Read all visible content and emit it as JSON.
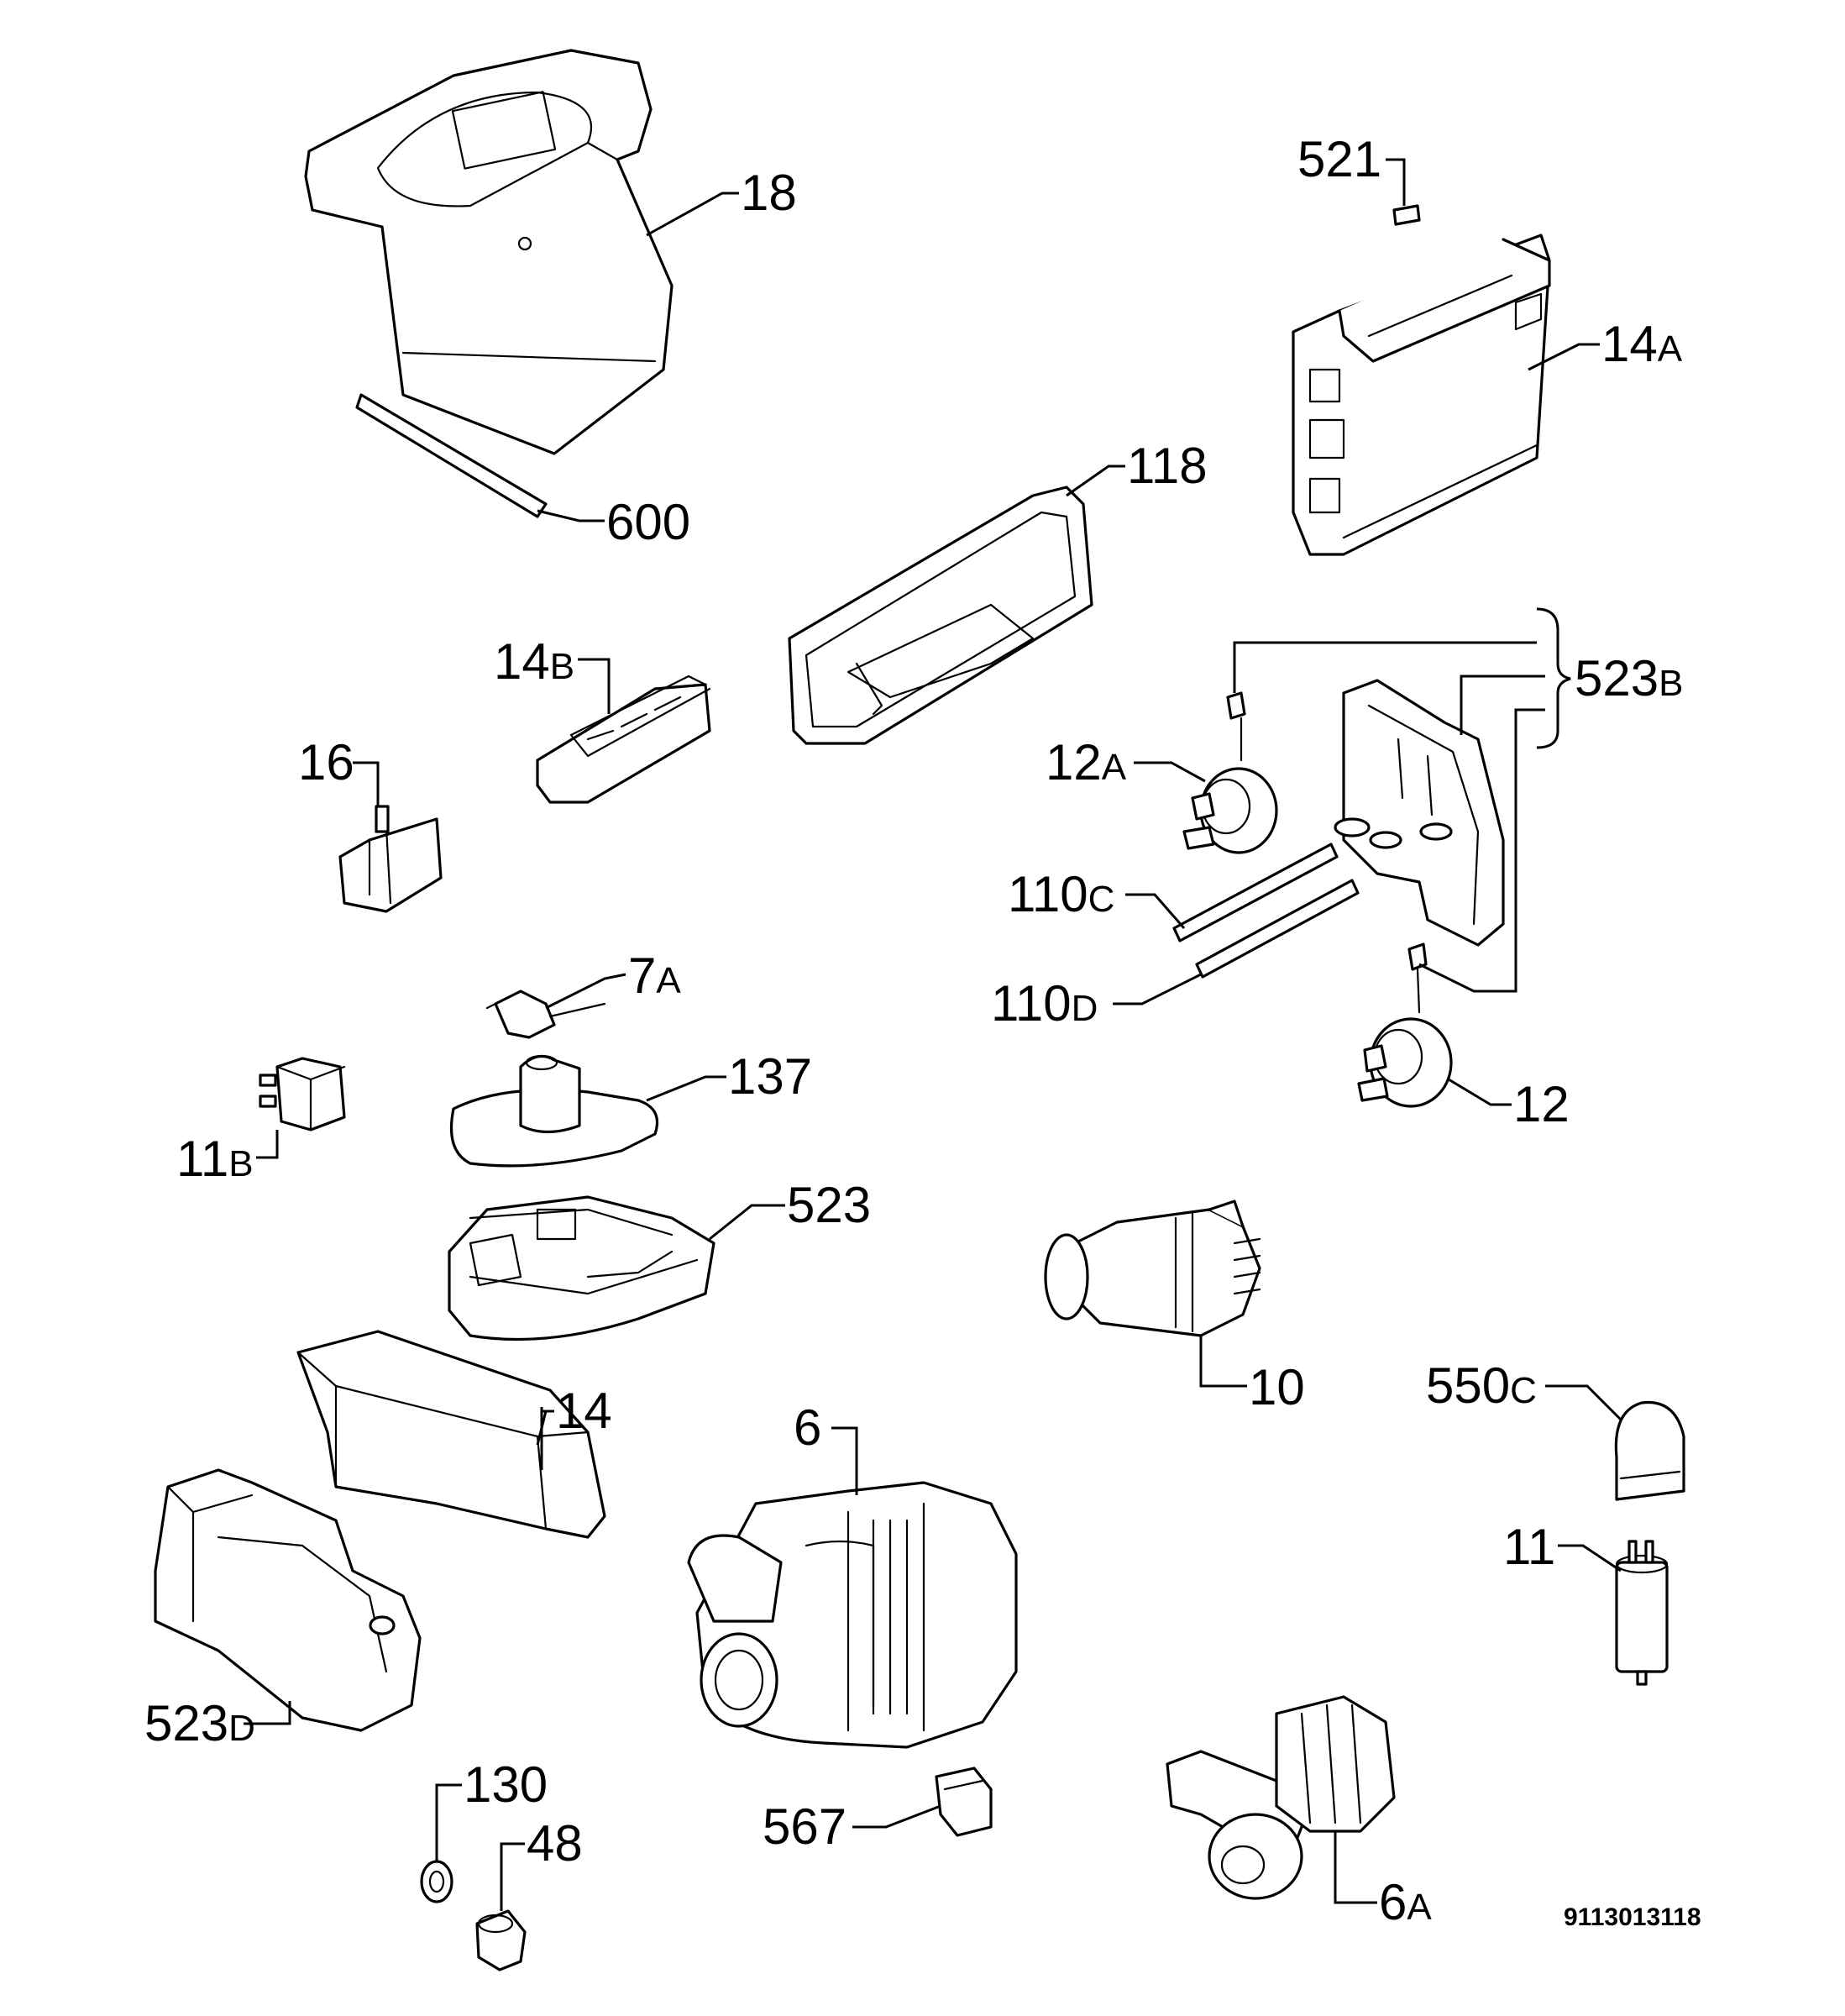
{
  "callouts": {
    "c18": {
      "num": "18",
      "suffix": ""
    },
    "c600": {
      "num": "600",
      "suffix": ""
    },
    "c521": {
      "num": "521",
      "suffix": ""
    },
    "c14a": {
      "num": "14",
      "suffix": "A"
    },
    "c118": {
      "num": "118",
      "suffix": ""
    },
    "c523b": {
      "num": "523",
      "suffix": "B"
    },
    "c14b": {
      "num": "14",
      "suffix": "B"
    },
    "c16": {
      "num": "16",
      "suffix": ""
    },
    "c12a": {
      "num": "12",
      "suffix": "A"
    },
    "c110c": {
      "num": "110",
      "suffix": "C"
    },
    "c110d": {
      "num": "110",
      "suffix": "D"
    },
    "c7a": {
      "num": "7",
      "suffix": "A"
    },
    "c137": {
      "num": "137",
      "suffix": ""
    },
    "c11b": {
      "num": "11",
      "suffix": "B"
    },
    "c12": {
      "num": "12",
      "suffix": ""
    },
    "c523": {
      "num": "523",
      "suffix": ""
    },
    "c10": {
      "num": "10",
      "suffix": ""
    },
    "c550c": {
      "num": "550",
      "suffix": "C"
    },
    "c14": {
      "num": "14",
      "suffix": ""
    },
    "c6": {
      "num": "6",
      "suffix": ""
    },
    "c11": {
      "num": "11",
      "suffix": ""
    },
    "c523d": {
      "num": "523",
      "suffix": "D"
    },
    "c130": {
      "num": "130",
      "suffix": ""
    },
    "c48": {
      "num": "48",
      "suffix": ""
    },
    "c567": {
      "num": "567",
      "suffix": ""
    },
    "c6a": {
      "num": "6",
      "suffix": "A"
    }
  },
  "drawing_code": "9113013118"
}
